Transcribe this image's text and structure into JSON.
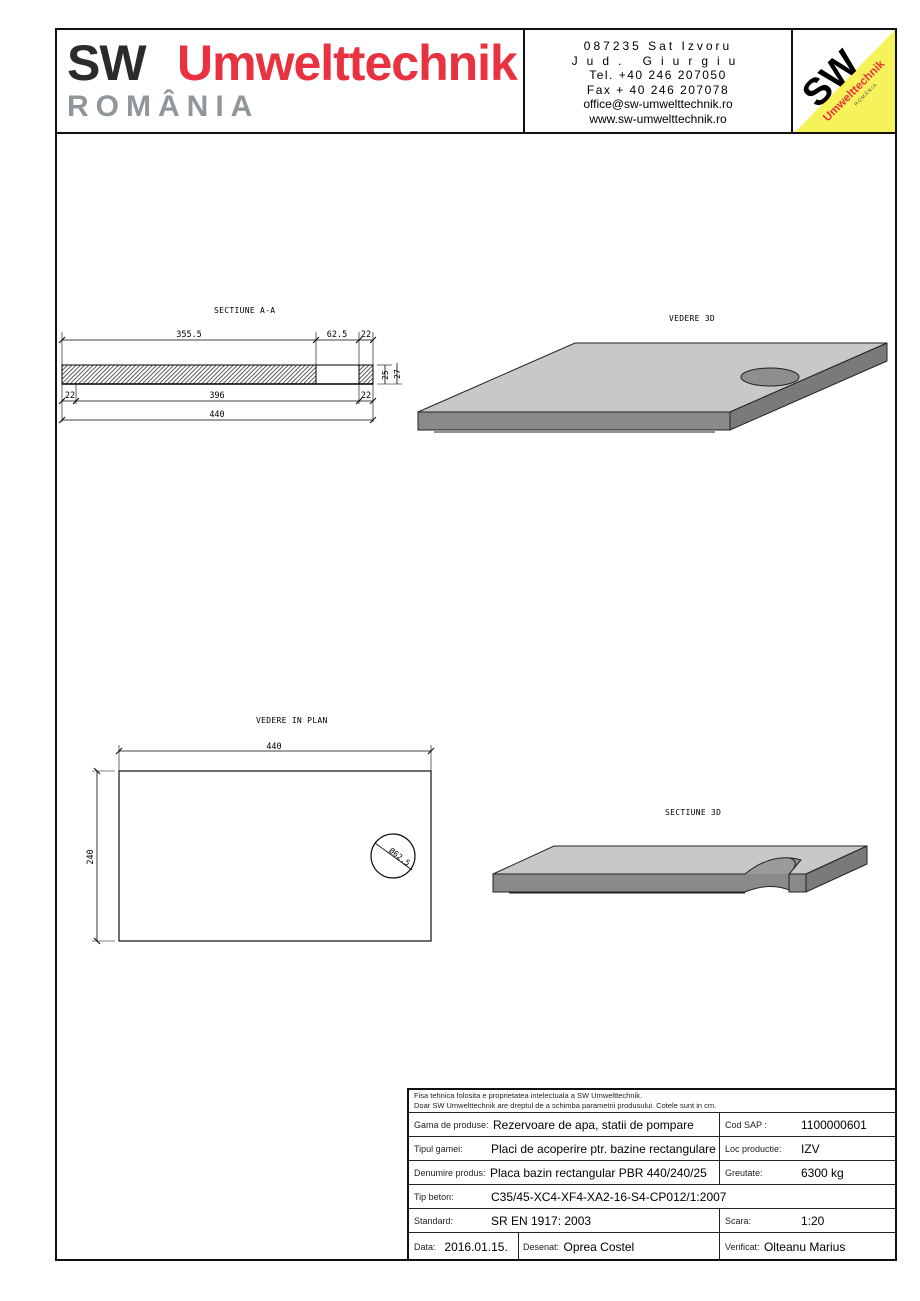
{
  "header": {
    "brand_sw": "SW",
    "brand_name": "Umwelttechnik",
    "brand_country": "ROMÂNIA",
    "contact": {
      "address_line1": "087235 Sat Izvoru",
      "address_line2": "Jud. Giurgiu",
      "phone": "Tel. +40 246 207050",
      "fax": "Fax + 40 246 207078",
      "email": "office@sw-umwelttechnik.ro",
      "website": "www.sw-umwelttechnik.ro"
    },
    "badge": {
      "sw": "SW",
      "name": "Umwelttechnik",
      "country": "ROMÂNIA",
      "colors": {
        "yellow": "#f6f25a",
        "red": "#e8323f",
        "black": "#000000"
      }
    }
  },
  "drawings": {
    "section_aa": {
      "title": "SECTIUNE A-A",
      "dims_top": [
        "355.5",
        "62.5",
        "22"
      ],
      "dims_bottom": [
        "22",
        "396",
        "22"
      ],
      "dim_total": "440",
      "dims_side": [
        "25",
        "27"
      ]
    },
    "view_3d": {
      "title": "VEDERE 3D"
    },
    "plan_view": {
      "title": "VEDERE IN PLAN",
      "width": "440",
      "height": "240",
      "hole": "Ø62.5"
    },
    "section_3d": {
      "title": "SECTIUNE 3D"
    }
  },
  "title_block": {
    "notice_line1": "Fisa tehnica folosita e proprietatea intelectuala a SW Umwelttechnik.",
    "notice_line2": "Doar SW Umwelttechnik are dreptul de a schimba parametrii produsului. Cotele sunt in cm.",
    "gama_label": "Gama de produse:",
    "gama_value": "Rezervoare de apa, statii de pompare",
    "cod_label": "Cod SAP :",
    "cod_value": "1100000601",
    "tip_label": "Tipul gamei:",
    "tip_value": "Placi de acoperire ptr. bazine rectangulare",
    "loc_label": "Loc productie:",
    "loc_value": "IZV",
    "den_label": "Denumire produs:",
    "den_value": "Placa bazin rectangular PBR 440/240/25",
    "greutate_label": "Greutate:",
    "greutate_value": "6300 kg",
    "beton_label": "Tip beton:",
    "beton_value": "C35/45-XC4-XF4-XA2-16-S4-CP012/1:2007",
    "standard_label": "Standard:",
    "standard_value": "SR EN 1917: 2003",
    "scara_label": "Scara:",
    "scara_value": "1:20",
    "data_label": "Data:",
    "data_value": "2016.01.15.",
    "desenat_label": "Desenat:",
    "desenat_value": "Oprea Costel",
    "verificat_label": "Verificat:",
    "verificat_value": "Olteanu Marius"
  }
}
